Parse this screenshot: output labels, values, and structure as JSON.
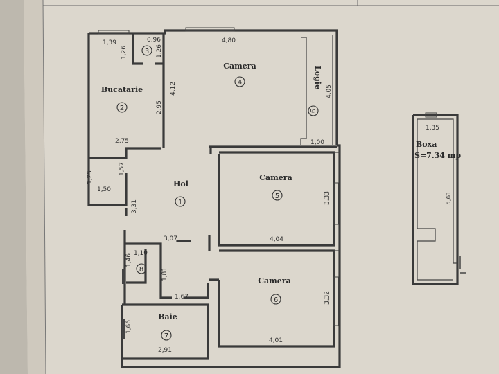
{
  "header": {
    "left_text": "",
    "right_text": ""
  },
  "rooms": [
    {
      "label": "Bucatarie",
      "number": "2"
    },
    {
      "label": "Camera",
      "number": "4"
    },
    {
      "label": "Logie",
      "number": "9"
    },
    {
      "label": "Hol",
      "number": "1"
    },
    {
      "label": "Camera",
      "number": "5"
    },
    {
      "label": "Camera",
      "number": "6"
    },
    {
      "label": "Baie",
      "number": "7"
    }
  ],
  "small_rooms": [
    {
      "number": "3"
    },
    {
      "number": "8"
    }
  ],
  "dimensions": [
    "1,39",
    "1,26",
    "0,96",
    "1,26",
    "4,80",
    "4,12",
    "2,95",
    "4,05",
    "2,75",
    "1,00",
    "1,57",
    "1,25",
    "1,50",
    "3,31",
    "3,33",
    "4,04",
    "3,07",
    "1,10",
    "1,46",
    "1,81",
    "1,67",
    "3,32",
    "1,66",
    "2,91",
    "4,01"
  ],
  "storage": {
    "label": "Boxa",
    "area_text": "S=7.34  mp",
    "width": "1,35",
    "length": "5,61"
  }
}
